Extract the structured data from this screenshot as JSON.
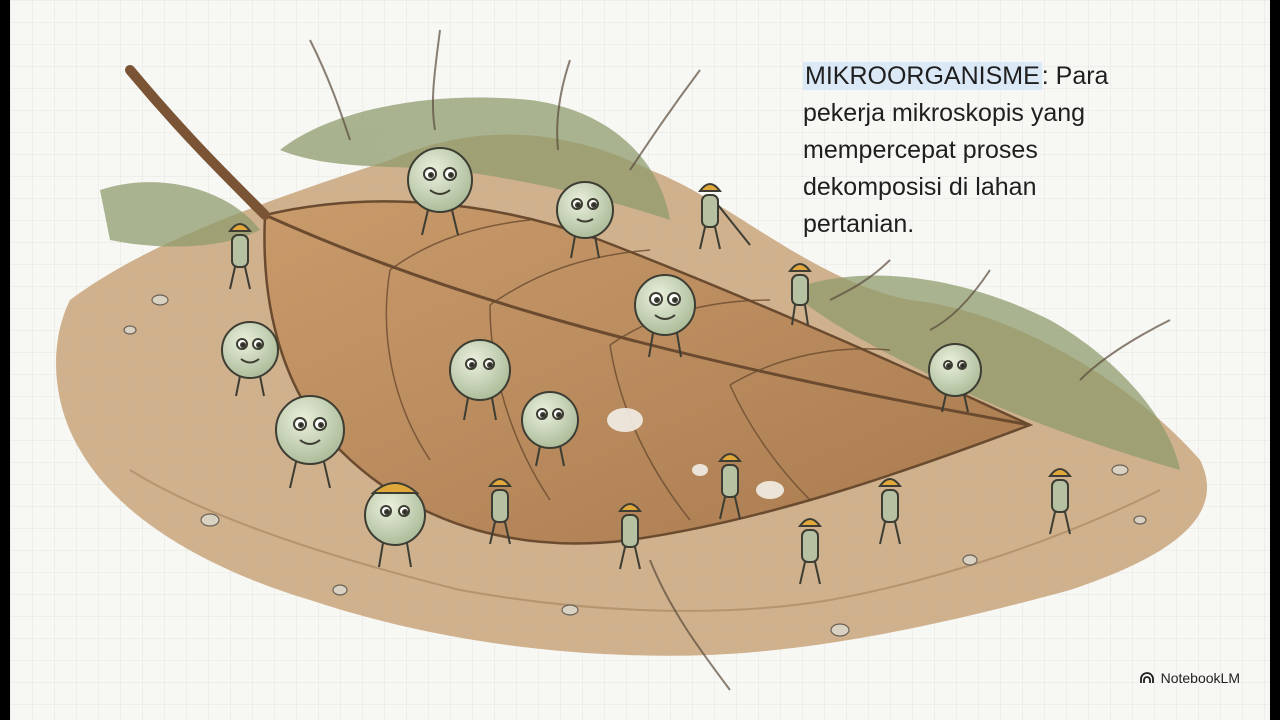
{
  "caption": {
    "term": "MIKROORGANISME",
    "rest": ": Para pekerja mikroskopis yang mempercepat proses dekomposisi di lahan pertanian."
  },
  "brand": {
    "name": "NotebookLM",
    "icon": "notebooklm-logo-icon"
  },
  "colors": {
    "highlight": "#dbe8f6",
    "leaf": "#b88a5e",
    "soil": "#c9a57a",
    "moss": "#8f9c6e",
    "microbe": "#c9d6b8"
  }
}
